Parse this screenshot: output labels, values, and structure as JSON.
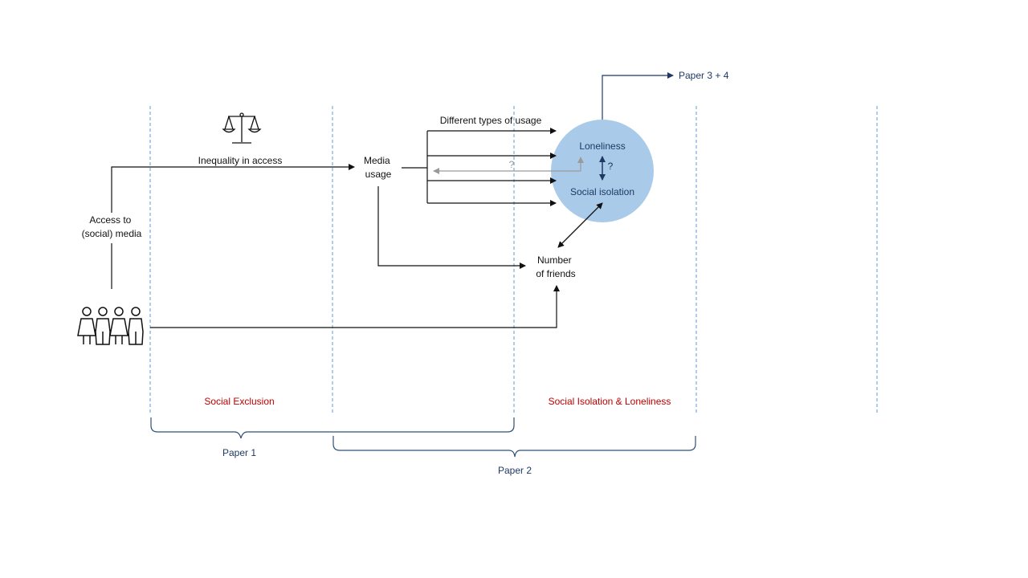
{
  "nodes": {
    "media_usage": [
      "Media",
      "usage"
    ],
    "access": [
      "Access to",
      "(social) media"
    ],
    "different_types": "Different types of usage",
    "inequality": "Inequality in access",
    "loneliness": "Loneliness",
    "social_isolation": "Social isolation",
    "question_mark": "?",
    "number_of_friends": [
      "Number",
      "of friends"
    ],
    "paper_3_4": "Paper 3 + 4"
  },
  "sections": {
    "social_exclusion": "Social Exclusion",
    "isolation_loneliness": "Social Isolation & Loneliness"
  },
  "papers": {
    "paper1": "Paper 1",
    "paper2": "Paper 2"
  },
  "colors": {
    "circle_fill": "#a9cbe9",
    "dashed_line": "#5b9bd5",
    "section_label": "#c00000",
    "paper_label": "#1f3864"
  },
  "icons": [
    "scale-icon",
    "people-group-icon"
  ]
}
